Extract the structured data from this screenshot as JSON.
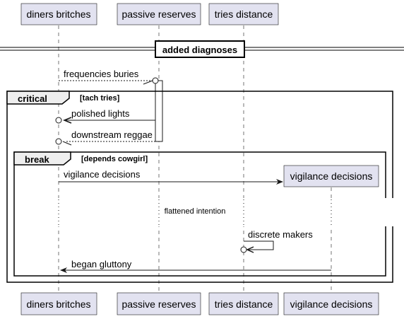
{
  "participants": {
    "diners": "diners britches",
    "passive": "passive reserves",
    "tries": "tries distance",
    "vigilance": "vigilance decisions"
  },
  "divider": "added diagnoses",
  "frames": {
    "critical": {
      "keyword": "critical",
      "guard": "[tach tries]"
    },
    "break": {
      "keyword": "break",
      "guard": "[depends cowgirl]"
    }
  },
  "messages": {
    "m1": "frequencies buries",
    "m2": "polished lights",
    "m3": "downstream reggae",
    "m4": "vigilance decisions",
    "m5": "discrete makers",
    "m6": "began gluttony"
  },
  "delay": "flattened intention",
  "colors": {
    "participant_fill": "#E2E2F0",
    "line": "#181818"
  }
}
